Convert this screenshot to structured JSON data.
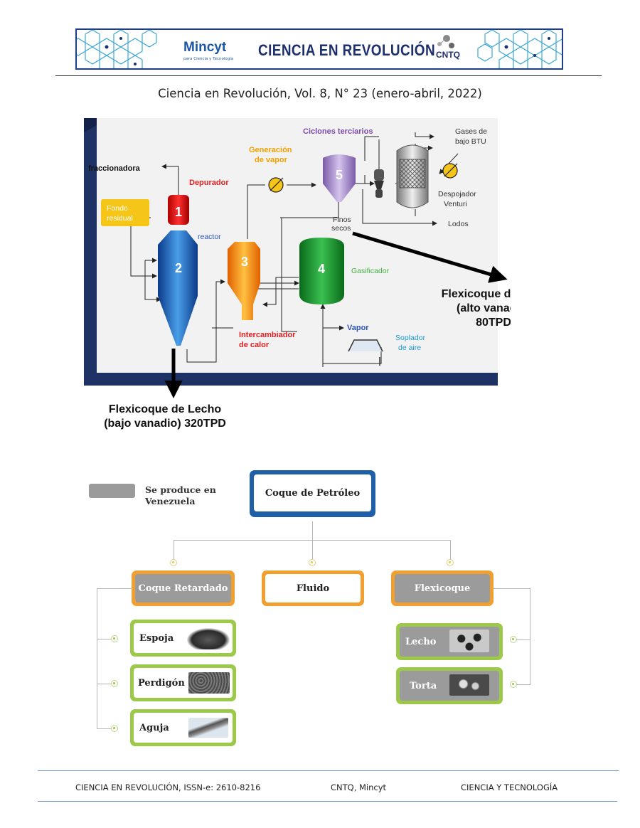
{
  "header": {
    "banner_title": "CIENCIA EN REVOLUCIÓN",
    "left_logo": "Mincyt",
    "left_logo_sub": "para Ciencia y Tecnología",
    "right_logo": "CNTQ",
    "citation": "Ciencia en Revolución, Vol. 8, N° 23 (enero-abril, 2022)"
  },
  "process_diagram": {
    "labels": {
      "fraccionadora": "fraccionadora",
      "depurador": "Depurador",
      "fondo_residual_1": "Fondo",
      "fondo_residual_2": "residual",
      "reactor": "reactor",
      "generacion_vapor_1": "Generación",
      "generacion_vapor_2": "de vapor",
      "ciclones": "Ciclones terciarios",
      "gases_1": "Gases de",
      "gases_2": "bajo BTU",
      "despojador_1": "Despojador",
      "despojador_2": "Venturi",
      "lodos": "Lodos",
      "finos_1": "Finos",
      "finos_2": "secos",
      "gasificador": "Gasificador",
      "intercambiador_1": "Intercambiador",
      "intercambiador_2": "de calor",
      "vapor": "Vapor",
      "soplador_1": "Soplador",
      "soplador_2": "de aire"
    },
    "vessel_numbers": [
      "1",
      "2",
      "3",
      "4",
      "5"
    ],
    "torta_1": "Flexicoque de torta",
    "torta_2": "(alto vanadio)",
    "torta_3": "80TPD",
    "lecho_1": "Flexicoque de Lecho",
    "lecho_2": "(bajo vanadio) 320TPD",
    "colors": {
      "frame": "#1e3266",
      "panel": "#f2f2f2",
      "fondo_box": "#f5c518",
      "red_label": "#e02020",
      "gasificador_label": "#44b044",
      "purple_label": "#7b4ca8",
      "orange_label": "#f0a000",
      "blue_label": "#2c55b0",
      "cyan_label": "#1a9ad6"
    }
  },
  "mind_map": {
    "legend": {
      "line1": "Se produce en",
      "line2": "Venezuela"
    },
    "root": "Coque de Petróleo",
    "branches": {
      "retardado": "Coque Retardado",
      "fluido": "Fluido",
      "flexicoque": "Flexicoque"
    },
    "retardado_children": [
      "Espoja",
      "Perdigón",
      "Aguja"
    ],
    "flexicoque_children": [
      "Lecho",
      "Torta"
    ],
    "colors": {
      "root_border": "#1f5fa8",
      "branch_border": "#f0a030",
      "leaf_border": "#9cc94a",
      "produced_fill": "#9b9b9b"
    }
  },
  "footer": {
    "left": "CIENCIA EN REVOLUCIÓN, ISSN-e: 2610-8216",
    "center": "CNTQ, Mincyt",
    "right": "CIENCIA Y TECNOLOGÍA"
  }
}
